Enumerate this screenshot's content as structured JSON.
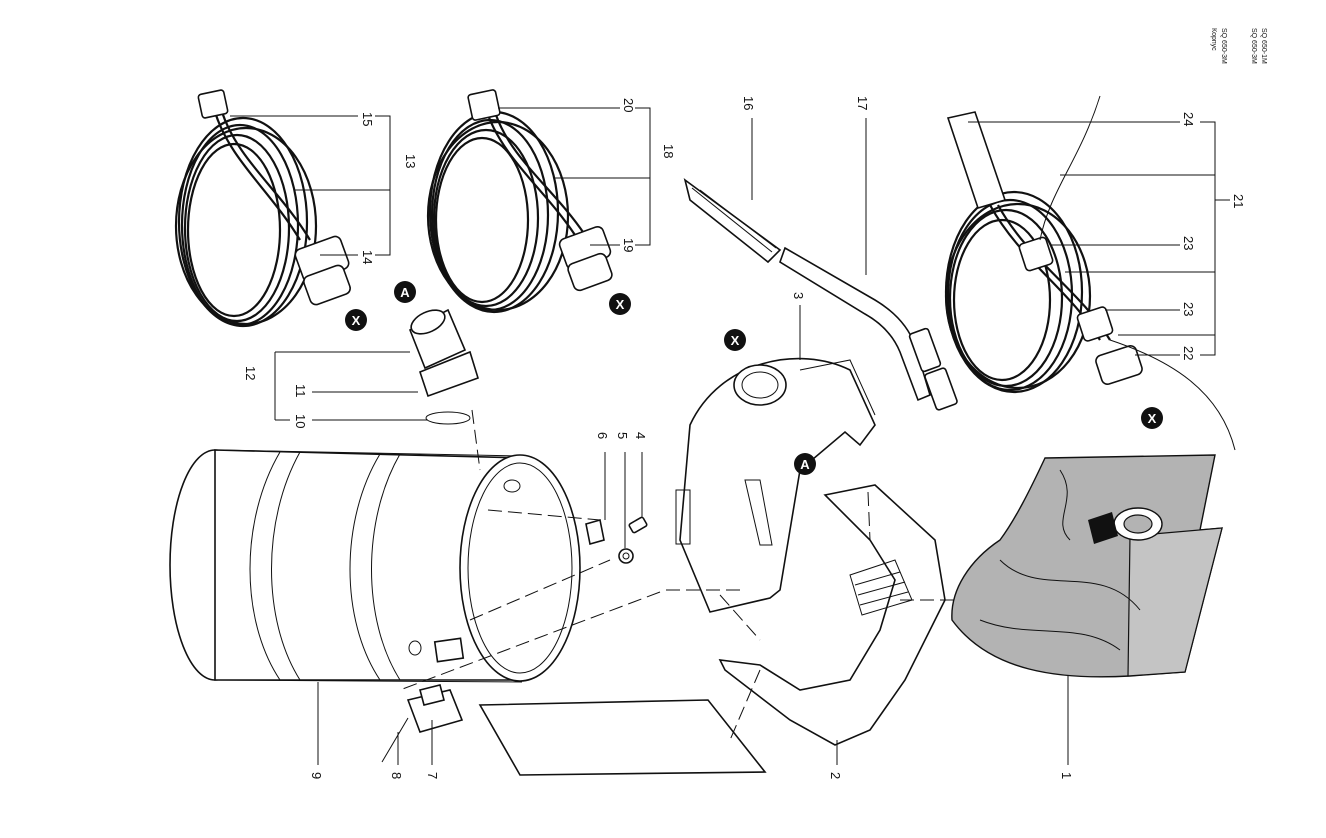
{
  "model_codes": [
    "SQ 650-1M",
    "SQ 650-3M",
    "SQ 650-3M",
    "Корпус"
  ],
  "part_numbers": {
    "p1": "1",
    "p2": "2",
    "p3": "3",
    "p4": "4",
    "p5": "5",
    "p6": "6",
    "p7": "7",
    "p8": "8",
    "p9": "9",
    "p10": "10",
    "p11": "11",
    "p12": "12",
    "p13": "13",
    "p14": "14",
    "p15": "15",
    "p16": "16",
    "p17": "17",
    "p18": "18",
    "p19": "19",
    "p20": "20",
    "p21": "21",
    "p22": "22",
    "p23a": "23",
    "p23b": "23",
    "p24": "24"
  },
  "callouts": {
    "A": "A",
    "X": "X"
  },
  "colors": {
    "line": "#111111",
    "dust_bag": "#b3b3b3",
    "callout_fill": "#111111"
  }
}
